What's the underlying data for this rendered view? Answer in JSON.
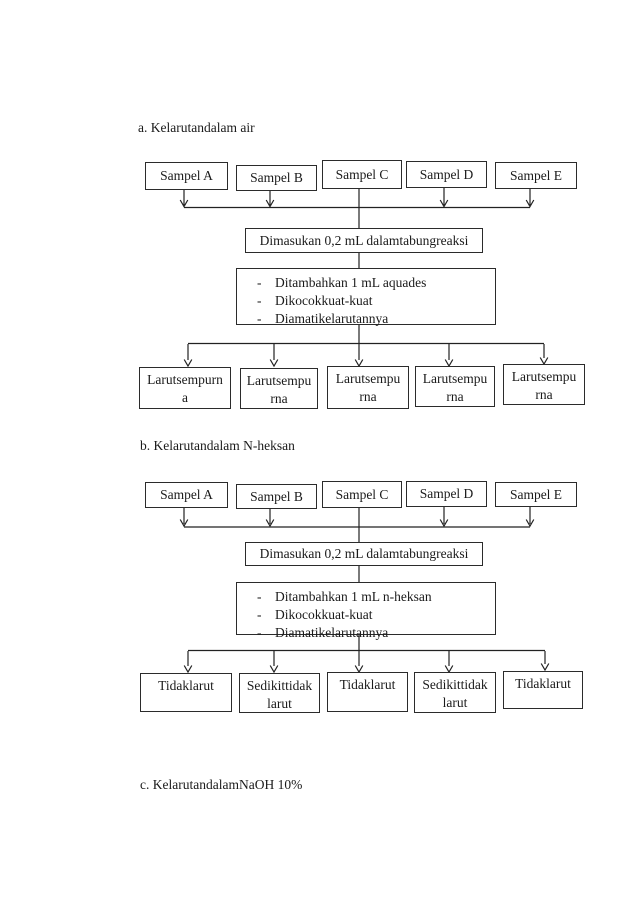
{
  "bullet_char": "-",
  "colors": {
    "background": "#ffffff",
    "line": "#222222",
    "text": "#1a1a1a"
  },
  "sections": [
    {
      "label": "a",
      "heading": "a. Kelarutandalam air",
      "samples": [
        "Sampel A",
        "Sampel B",
        "Sampel C",
        "Sampel D",
        "Sampel E"
      ],
      "step1": "Dimasukan 0,2 mL dalamtabungreaksi",
      "step2_items": [
        "Ditambahkan 1 mL aquades",
        "Dikocokkuat-kuat",
        "Diamatikelarutannya"
      ],
      "results": [
        "Larutsempurn\na",
        "Larutsempu\nrna",
        "Larutsempu\nrna",
        "Larutsempu\nrna",
        "Larutsempu\nrna"
      ]
    },
    {
      "label": "b",
      "heading": "b. Kelarutandalam N-heksan",
      "samples": [
        "Sampel A",
        "Sampel B",
        "Sampel C",
        "Sampel D",
        "Sampel E"
      ],
      "step1": "Dimasukan 0,2 mL dalamtabungreaksi",
      "step2_items": [
        "Ditambahkan 1 mL n-heksan",
        "Dikocokkuat-kuat",
        "Diamatikelarutannya"
      ],
      "results": [
        "Tidaklarut",
        "Sedikittidak\nlarut",
        "Tidaklarut",
        "Sedikittidak\nlarut",
        "Tidaklarut"
      ]
    },
    {
      "label": "c",
      "heading": "c. KelarutandalamNaOH 10%"
    }
  ]
}
